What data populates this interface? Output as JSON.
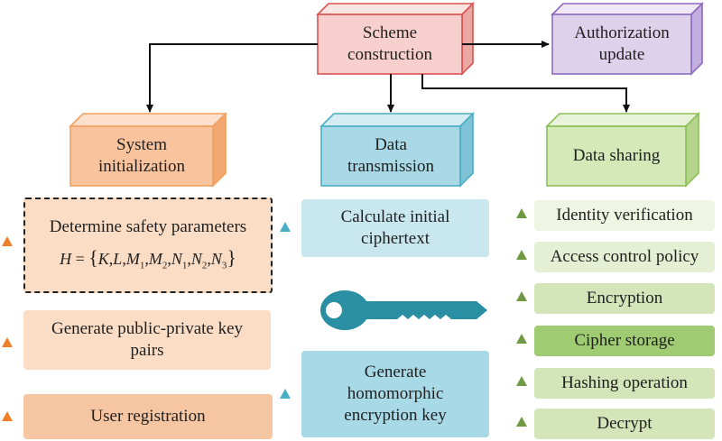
{
  "colors": {
    "scheme": "#f7cfcc",
    "authorization": "#ddd1ec",
    "init": "#f9c49d",
    "transmission": "#a9d9e6",
    "sharing": "#d5e8b7",
    "init_item_light": "#fbdcc5",
    "init_item_dark": "#f6c5a1",
    "trans_item_light": "#c9e7ef",
    "trans_item_dark": "#a8d9e7",
    "share_light": "#eef5e2",
    "share_mid": "#d4e5b9",
    "share_dark": "#9fcb72",
    "key": "#2b8fa3",
    "tri_orange": "#f07f2c",
    "tri_blue": "#4aaec4",
    "tri_green": "#6f9a43"
  },
  "top": {
    "scheme_line1": "Scheme",
    "scheme_line2": "construction",
    "auth_line1": "Authorization",
    "auth_line2": "update"
  },
  "columns": {
    "init_line1": "System",
    "init_line2": "initialization",
    "trans_line1": "Data",
    "trans_line2": "transmission",
    "share_line1": "Data sharing"
  },
  "init_items": {
    "safety": "Determine safety parameters",
    "formula": {
      "lhs": "H",
      "eq": "=",
      "open": "{",
      "close": "}",
      "K": "K",
      "L": "L",
      "M": "M",
      "N": "N",
      "s1": "1",
      "s2": "2",
      "s3": "3",
      "comma": ","
    },
    "keypairs_line1": "Generate public-private key",
    "keypairs_line2": "pairs",
    "registration": "User registration"
  },
  "trans_items": {
    "cipher_line1": "Calculate initial",
    "cipher_line2": "ciphertext",
    "homo_line1": "Generate",
    "homo_line2": "homomorphic",
    "homo_line3": "encryption key"
  },
  "share_items": [
    "Identity verification",
    "Access control policy",
    "Encryption",
    "Cipher storage",
    "Hashing operation",
    "Decrypt"
  ],
  "icons": {
    "key": "key-icon",
    "triangle": "triangle-bullet-icon"
  }
}
